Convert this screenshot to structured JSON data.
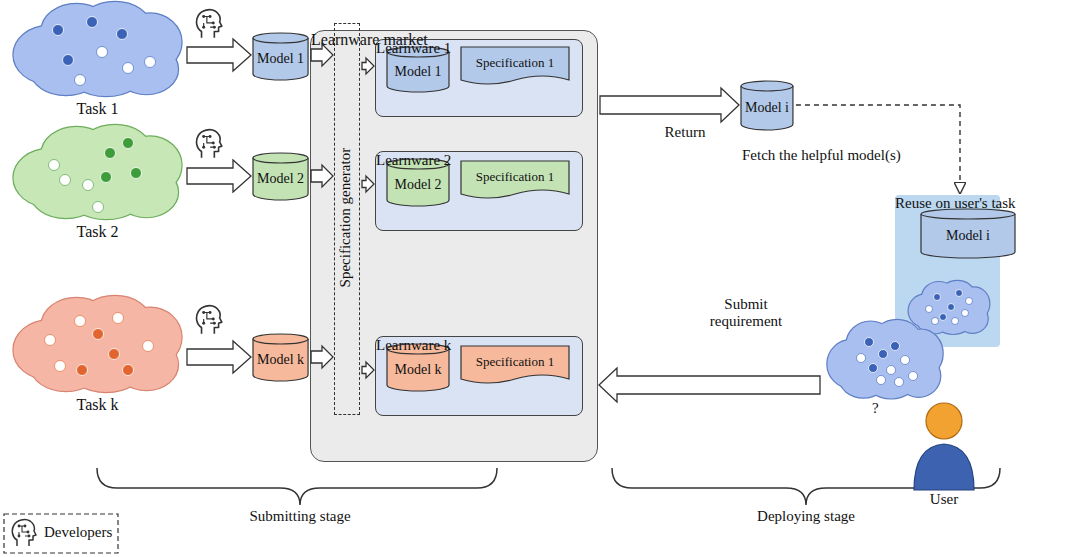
{
  "diagram": {
    "nodes": [
      {
        "text": [
          "Task 1"
        ]
      },
      {
        "text": [
          "Model 1"
        ]
      },
      {
        "text": [
          "Task 2"
        ]
      },
      {
        "text": [
          "Model 2"
        ]
      },
      {
        "text": [
          "Task k"
        ]
      },
      {
        "text": [
          "Model k"
        ]
      },
      {
        "text": [
          "Learnware market"
        ]
      },
      {
        "text": [
          "Specification generator"
        ],
        "in": 6
      },
      {
        "text": [
          "Learnware 1"
        ],
        "in": 6
      },
      {
        "text": [
          "Model 1"
        ],
        "in": 8
      },
      {
        "text": [
          "Specification 1"
        ],
        "in": 8
      },
      {
        "text": [
          "Learnware 2"
        ],
        "in": 6
      },
      {
        "text": [
          "Model 2"
        ],
        "in": 11
      },
      {
        "text": [
          "Specification 1"
        ],
        "in": 11
      },
      {
        "text": [
          "Learnware k"
        ],
        "in": 6
      },
      {
        "text": [
          "Model k"
        ],
        "in": 14
      },
      {
        "text": [
          "Specification 1"
        ],
        "in": 14
      },
      {
        "text": [
          "Model i"
        ]
      },
      {
        "text": [
          "Reuse on user's task"
        ]
      },
      {
        "text": [
          "Model i"
        ],
        "in": 18
      },
      {
        "text": [
          "User"
        ]
      }
    ],
    "edges": [
      {
        "from": 0,
        "to": 1,
        "arrow": "to"
      },
      {
        "from": 2,
        "to": 3,
        "arrow": "to"
      },
      {
        "from": 4,
        "to": 5,
        "arrow": "to"
      },
      {
        "from": 1,
        "to": 7,
        "arrow": "to"
      },
      {
        "from": 3,
        "to": 7,
        "arrow": "to"
      },
      {
        "from": 5,
        "to": 7,
        "arrow": "to"
      },
      {
        "from": 7,
        "to": 8,
        "arrow": "to"
      },
      {
        "from": 7,
        "to": 11,
        "arrow": "to"
      },
      {
        "from": 7,
        "to": 14,
        "arrow": "to"
      },
      {
        "from": 6,
        "to": 17,
        "label": "Return",
        "arrow": "to"
      },
      {
        "from": 17,
        "to": 18,
        "arrow": "to"
      },
      {
        "from": 20,
        "to": 6,
        "label": "Submit requirement",
        "arrow": "to"
      }
    ],
    "labels": [
      "Fetch the helpful model(s)",
      "?",
      "Submitting stage",
      "Deploying stage"
    ],
    "legend": [
      {
        "text": "Developers"
      }
    ]
  }
}
